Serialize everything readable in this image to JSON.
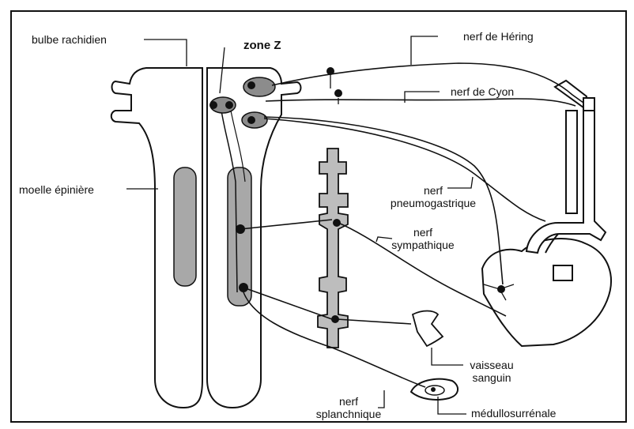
{
  "colors": {
    "ink": "#111111",
    "fill_gray": "#a8a8a8",
    "fill_light": "#bdbdbd",
    "paper": "#ffffff"
  },
  "labels": {
    "bulbe": "bulbe rachidien",
    "zone_z": "zone Z",
    "hering": "nerf de Héring",
    "cyon": "nerf de Cyon",
    "moelle": "moelle épinière",
    "pneumo": [
      "nerf",
      "pneumogastrique"
    ],
    "sympathique": [
      "nerf",
      "sympathique"
    ],
    "vaisseau": [
      "vaisseau",
      "sanguin"
    ],
    "splanchnique": [
      "nerf",
      "splanchnique"
    ],
    "medullo": "médullosurrénale"
  }
}
